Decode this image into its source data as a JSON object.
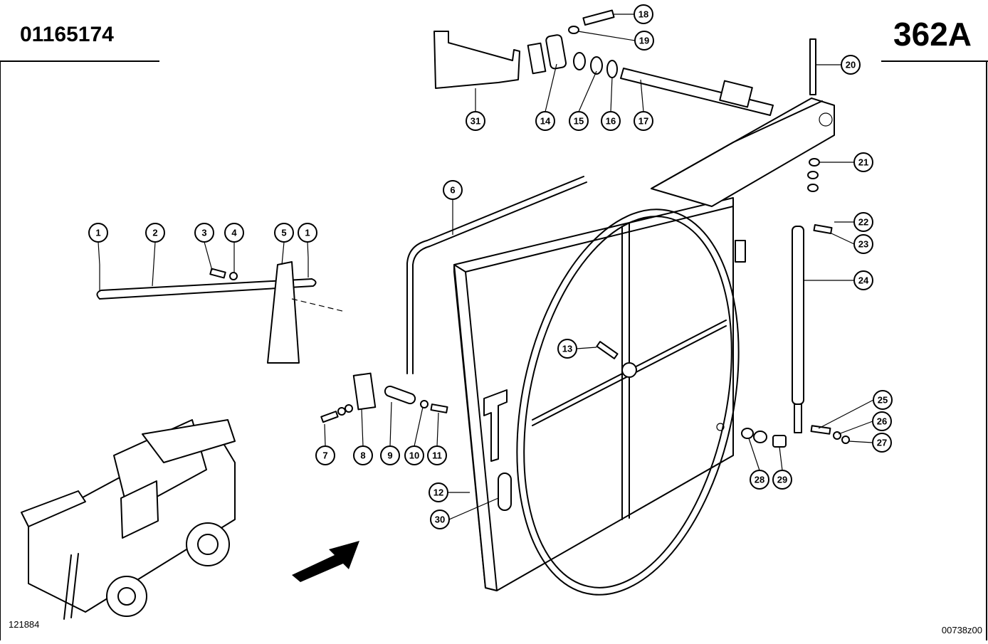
{
  "header": {
    "part_number": "01165174",
    "page_code": "362A"
  },
  "footer": {
    "left_ref": "121884",
    "right_ref": "00738z00"
  },
  "callouts": [
    {
      "label": "1"
    },
    {
      "label": "2"
    },
    {
      "label": "3"
    },
    {
      "label": "4"
    },
    {
      "label": "5"
    },
    {
      "label": "1"
    },
    {
      "label": "6"
    },
    {
      "label": "7"
    },
    {
      "label": "8"
    },
    {
      "label": "9"
    },
    {
      "label": "10"
    },
    {
      "label": "11"
    },
    {
      "label": "12"
    },
    {
      "label": "13"
    },
    {
      "label": "14"
    },
    {
      "label": "15"
    },
    {
      "label": "16"
    },
    {
      "label": "17"
    },
    {
      "label": "18"
    },
    {
      "label": "19"
    },
    {
      "label": "20"
    },
    {
      "label": "21"
    },
    {
      "label": "22"
    },
    {
      "label": "23"
    },
    {
      "label": "24"
    },
    {
      "label": "25"
    },
    {
      "label": "26"
    },
    {
      "label": "27"
    },
    {
      "label": "28"
    },
    {
      "label": "29"
    },
    {
      "label": "30"
    },
    {
      "label": "31"
    }
  ]
}
